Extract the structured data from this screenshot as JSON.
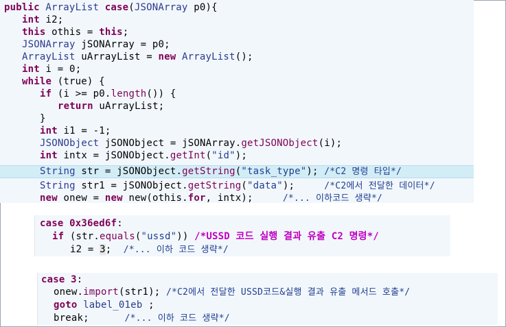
{
  "code_block_1": {
    "lines": [
      "public ArrayList case(JSONArray p0){",
      "int i2;",
      "this othis = this;",
      "JSONArray jSONArray = p0;",
      "ArrayList uArrayList = new ArrayList();",
      "int i = 0;",
      "while (true) {",
      "if (i >= p0.length()) {",
      "return uArrayList;",
      "}",
      "int i1 = -1;",
      "JSONObject jSONObject = jSONArray.getJSONObject(i);",
      "int intx = jSONObject.getInt(\"id\");",
      "String str = jSONObject.getString(\"task_type\");",
      "String str1 = jSONObject.getString(\"data\");",
      "new onew = new new(othis.for, intx);"
    ],
    "comments": {
      "task_type": "/*C2 명령 타입*/",
      "data": "/*C2에서 전달한 데이터*/",
      "onew": "/*... 이하코드 생략*/"
    }
  },
  "code_block_2": {
    "case_line": "case 0x36ed6f:",
    "if_line": "if (str.equals(\"ussd\")) {",
    "if_comment": "/*USSD 코드 실행 결과 유출 C2 명령*/",
    "assign_line": "i2 = 3;",
    "assign_comment": "/*... 이하 코드 생략*/"
  },
  "code_block_3": {
    "case_line": "case 3:",
    "import_line": "onew.import(str1);",
    "import_comment": "/*C2에서 전달한 USSD코드&실행 결과 유출 메서드 호출*/",
    "goto_line": "goto label_01eb ;",
    "break_line": "break;",
    "break_comment": "/*... 이하 코드 생략*/"
  }
}
